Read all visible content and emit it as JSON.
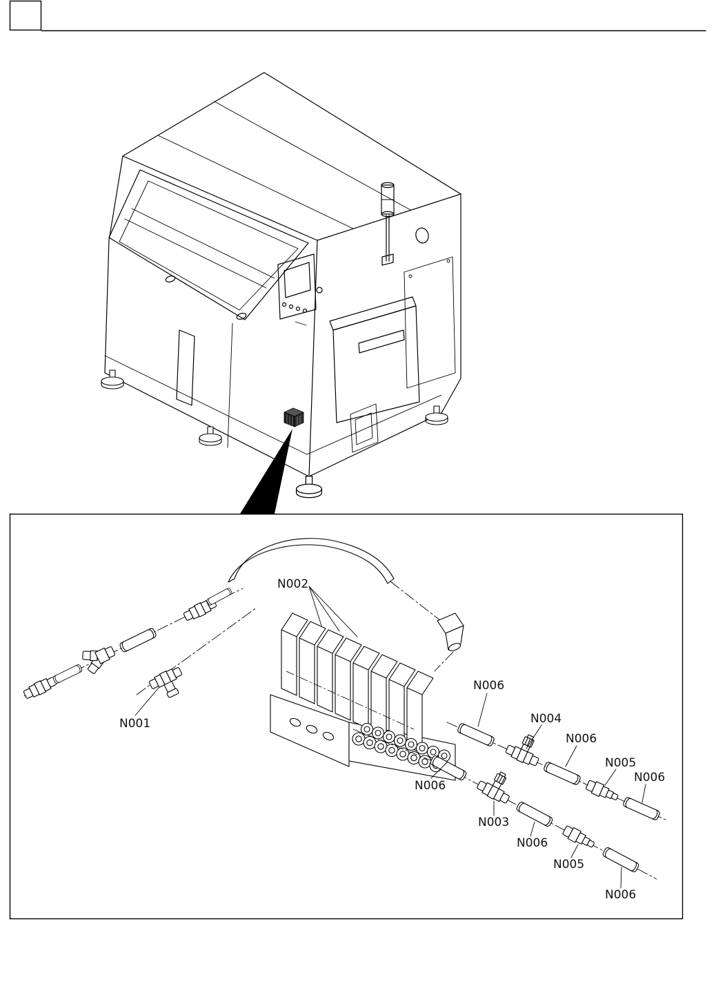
{
  "page": {
    "background": "#ffffff",
    "line_color": "#000000",
    "type": "parts-diagram-page"
  },
  "figure": {
    "machine": "cnc-lathe-isometric-view",
    "detail": "pneumatic-manifold-and-fittings",
    "callouts": [
      {
        "id": "n002",
        "text": "N002"
      },
      {
        "id": "n001",
        "text": "N001"
      },
      {
        "id": "n006-1",
        "text": "N006"
      },
      {
        "id": "n004",
        "text": "N004"
      },
      {
        "id": "n006-2",
        "text": "N006"
      },
      {
        "id": "n005-1",
        "text": "N005"
      },
      {
        "id": "n006-3",
        "text": "N006"
      },
      {
        "id": "n006-4",
        "text": "N006"
      },
      {
        "id": "n003",
        "text": "N003"
      },
      {
        "id": "n006-5",
        "text": "N006"
      },
      {
        "id": "n005-2",
        "text": "N005"
      },
      {
        "id": "n006-6",
        "text": "N006"
      }
    ]
  }
}
